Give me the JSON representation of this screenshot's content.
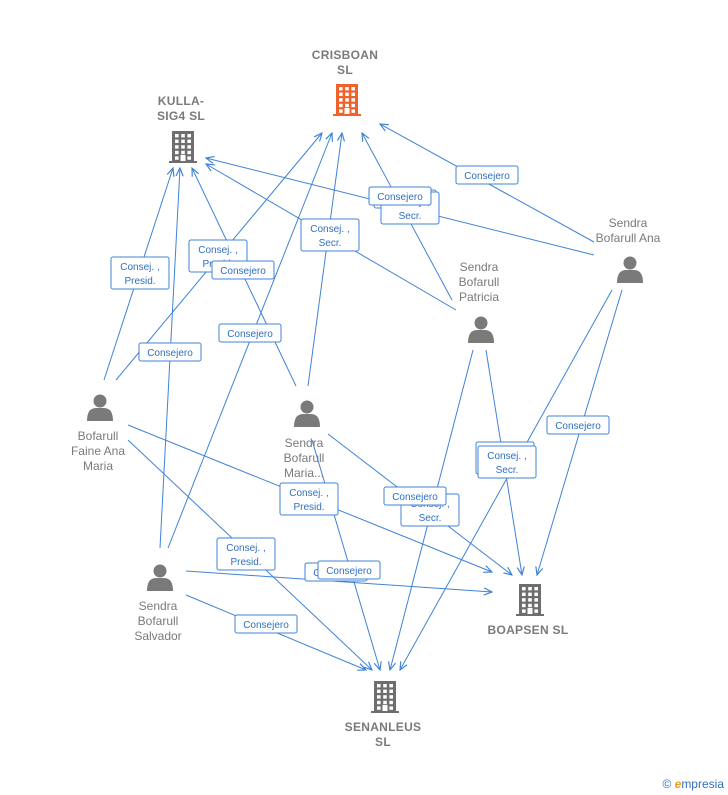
{
  "colors": {
    "edge": "#3f83d6",
    "person_icon": "#7a7a7a",
    "company_icon": "#6e6e6e",
    "focus_company_icon": "#f0622a",
    "badge_text": "#2f6fc0"
  },
  "nodes": [
    {
      "id": "crisboan",
      "type": "company",
      "focus": true,
      "label": [
        "CRISBOAN",
        "SL"
      ]
    },
    {
      "id": "kulla",
      "type": "company",
      "label": [
        "KULLA-",
        "SIG4  SL"
      ]
    },
    {
      "id": "boapsen",
      "type": "company",
      "label": [
        "BOAPSEN  SL"
      ]
    },
    {
      "id": "senanleus",
      "type": "company",
      "label": [
        "SENANLEUS",
        "SL"
      ]
    },
    {
      "id": "ana",
      "type": "person",
      "label": [
        "Sendra",
        "Bofarull Ana"
      ]
    },
    {
      "id": "patricia",
      "type": "person",
      "label": [
        "Sendra",
        "Bofarull",
        "Patricia"
      ]
    },
    {
      "id": "faine",
      "type": "person",
      "label": [
        "Bofarull",
        "Faine Ana",
        "Maria"
      ]
    },
    {
      "id": "maria",
      "type": "person",
      "label": [
        "Sendra",
        "Bofarull",
        "Maria..."
      ]
    },
    {
      "id": "salvador",
      "type": "person",
      "label": [
        "Sendra",
        "Bofarull",
        "Salvador"
      ]
    }
  ],
  "edges": [
    {
      "from": "ana",
      "to": "crisboan",
      "label": [
        "Consejero"
      ]
    },
    {
      "from": "ana",
      "to": "kulla",
      "label": [
        "Consejero"
      ]
    },
    {
      "from": "ana",
      "to": "boapsen",
      "label": [
        "Consejero"
      ]
    },
    {
      "from": "ana",
      "to": "senanleus",
      "label": [
        "Consej. ,",
        "Secr."
      ]
    },
    {
      "from": "patricia",
      "to": "crisboan",
      "label": [
        "Consej. ,",
        "Secr."
      ]
    },
    {
      "from": "patricia",
      "to": "kulla",
      "label": [
        "Consejero"
      ]
    },
    {
      "from": "patricia",
      "to": "boapsen",
      "label": [
        "Consej. ,",
        "Secr."
      ]
    },
    {
      "from": "patricia",
      "to": "senanleus",
      "label": [
        "Consej. ,",
        "Secr."
      ]
    },
    {
      "from": "faine",
      "to": "kulla",
      "label": [
        "Consej. ,",
        "Presid."
      ]
    },
    {
      "from": "faine",
      "to": "crisboan",
      "label": [
        "Consej. ,",
        "Presid."
      ]
    },
    {
      "from": "faine",
      "to": "boapsen",
      "label": [
        "Consej. ,",
        "Presid."
      ]
    },
    {
      "from": "faine",
      "to": "senanleus",
      "label": [
        "Consej. ,",
        "Presid."
      ]
    },
    {
      "from": "maria",
      "to": "kulla",
      "label": [
        "Consejero"
      ]
    },
    {
      "from": "maria",
      "to": "crisboan",
      "label": [
        "Consej. ,",
        "Secr."
      ]
    },
    {
      "from": "maria",
      "to": "boapsen",
      "label": [
        "Consejero"
      ]
    },
    {
      "from": "maria",
      "to": "senanleus",
      "label": [
        "Consejero"
      ]
    },
    {
      "from": "salvador",
      "to": "kulla",
      "label": [
        "Consejero"
      ]
    },
    {
      "from": "salvador",
      "to": "crisboan",
      "label": [
        "Consejero"
      ]
    },
    {
      "from": "salvador",
      "to": "boapsen",
      "label": [
        "Consejero"
      ]
    },
    {
      "from": "salvador",
      "to": "senanleus",
      "label": [
        "Consejero"
      ]
    }
  ],
  "watermark": {
    "symbol": "©",
    "brand_initial": "e",
    "brand_rest": "mpresia"
  }
}
